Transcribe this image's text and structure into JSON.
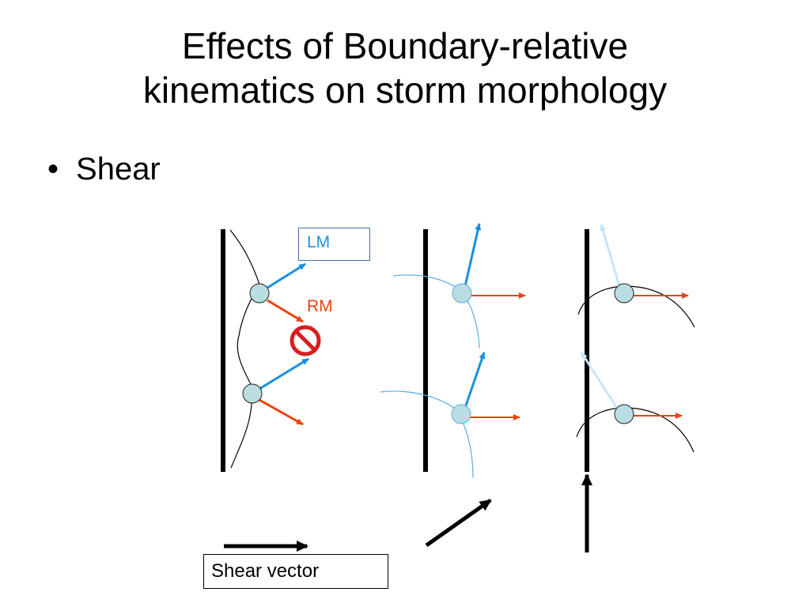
{
  "title": {
    "line1": "Effects of Boundary-relative",
    "line2": "kinematics on storm morphology"
  },
  "bullet": {
    "glyph": "•",
    "text": "Shear"
  },
  "diagram": {
    "lm_label": "LM",
    "rm_label": "RM",
    "shear_vector_label": "Shear vector",
    "colors": {
      "lm_arrow": "#1a90e0",
      "lm_arrow_faded": "#c6e6f8",
      "rm_arrow": "#e8440f",
      "storm_cell": "#b9dde0",
      "outflow_line": "#5aaee6",
      "no_symbol": "#d81e1e"
    },
    "icons": [
      "no-symbol-icon"
    ]
  }
}
